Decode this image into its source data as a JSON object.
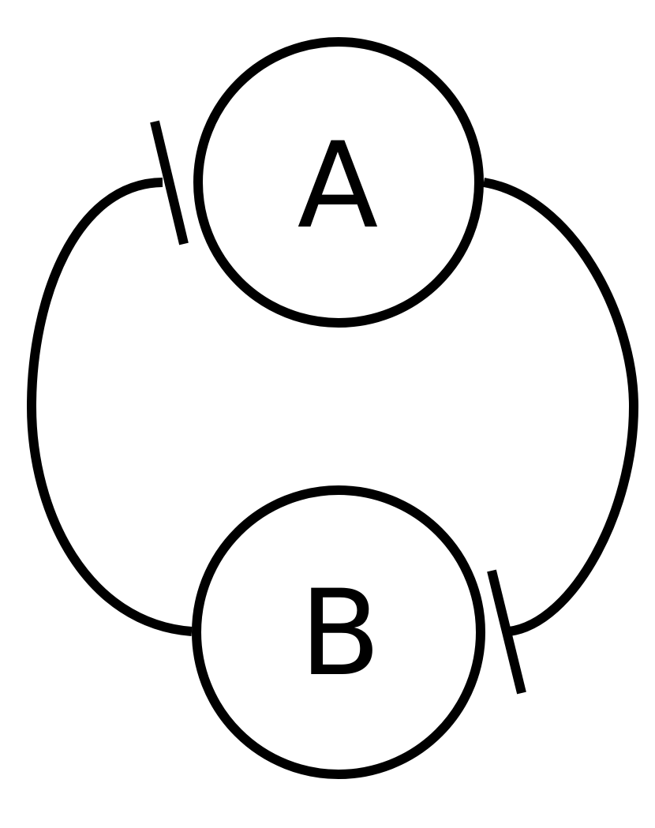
{
  "diagram": {
    "nodes": [
      {
        "id": "A",
        "label": "A"
      },
      {
        "id": "B",
        "label": "B"
      }
    ],
    "edges": [
      {
        "from": "A",
        "to": "B",
        "side": "left",
        "break_mark_near": "A"
      },
      {
        "from": "A",
        "to": "B",
        "side": "right",
        "break_mark_near": "B"
      }
    ],
    "colors": {
      "stroke": "#000000",
      "background": "#ffffff"
    }
  }
}
